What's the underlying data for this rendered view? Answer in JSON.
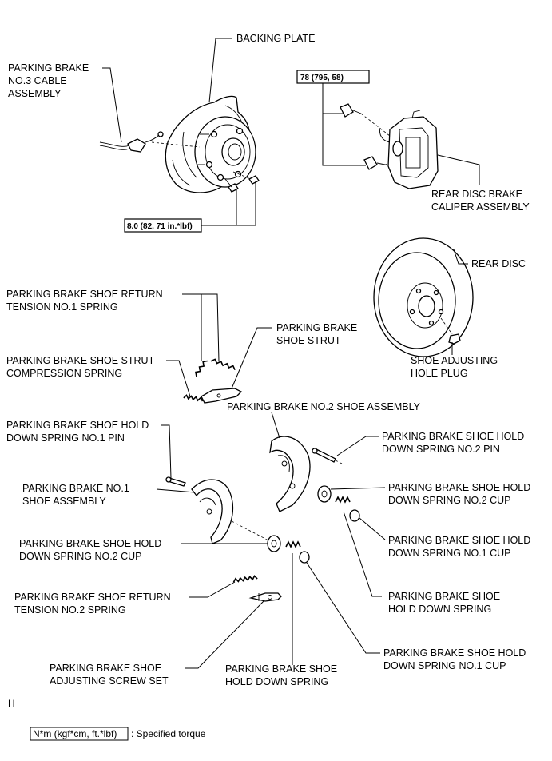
{
  "labels": {
    "backing_plate": [
      "BACKING PLATE"
    ],
    "parking_brake_no3_cable": [
      "PARKING BRAKE",
      "NO.3 CABLE",
      "ASSEMBLY"
    ],
    "rear_disc_brake_caliper": [
      "REAR DISC BRAKE",
      "CALIPER ASSEMBLY"
    ],
    "rear_disc": [
      "REAR DISC"
    ],
    "shoe_return_tension_no1": [
      "PARKING BRAKE SHOE RETURN",
      "TENSION NO.1 SPRING"
    ],
    "shoe_strut": [
      "PARKING BRAKE",
      "SHOE STRUT"
    ],
    "shoe_strut_compression": [
      "PARKING BRAKE SHOE STRUT",
      "COMPRESSION SPRING"
    ],
    "shoe_adjusting_hole_plug": [
      "SHOE ADJUSTING",
      "HOLE PLUG"
    ],
    "no2_shoe_assembly": [
      "PARKING BRAKE NO.2 SHOE ASSEMBLY"
    ],
    "hold_down_no1_pin": [
      "PARKING BRAKE SHOE HOLD",
      "DOWN SPRING NO.1 PIN"
    ],
    "hold_down_no2_pin": [
      "PARKING BRAKE SHOE HOLD",
      "DOWN SPRING NO.2 PIN"
    ],
    "no1_shoe_assembly": [
      "PARKING BRAKE NO.1",
      "SHOE ASSEMBLY"
    ],
    "hold_down_no2_cup_right": [
      "PARKING BRAKE SHOE HOLD",
      "DOWN SPRING NO.2 CUP"
    ],
    "hold_down_no1_cup_right": [
      "PARKING BRAKE SHOE HOLD",
      "DOWN SPRING NO.1 CUP"
    ],
    "hold_down_no2_cup_left": [
      "PARKING BRAKE SHOE HOLD",
      "DOWN SPRING NO.2 CUP"
    ],
    "hold_down_spring_right": [
      "PARKING BRAKE SHOE",
      "HOLD DOWN SPRING"
    ],
    "shoe_return_tension_no2": [
      "PARKING BRAKE SHOE RETURN",
      "TENSION NO.2 SPRING"
    ],
    "hold_down_no1_cup_lower": [
      "PARKING BRAKE SHOE HOLD",
      "DOWN SPRING NO.1 CUP"
    ],
    "adjusting_screw_set": [
      "PARKING BRAKE SHOE",
      "ADJUSTING SCREW SET"
    ],
    "hold_down_spring_lower": [
      "PARKING BRAKE SHOE",
      "HOLD DOWN SPRING"
    ]
  },
  "torque": {
    "caliper_bolts": "78 (795, 58)",
    "backing_plate_bolts": "8.0 (82, 71 in.*lbf)"
  },
  "legend": {
    "box": "N*m (kgf*cm, ft.*lbf)",
    "text": ": Specified torque"
  },
  "corner_mark": "H"
}
